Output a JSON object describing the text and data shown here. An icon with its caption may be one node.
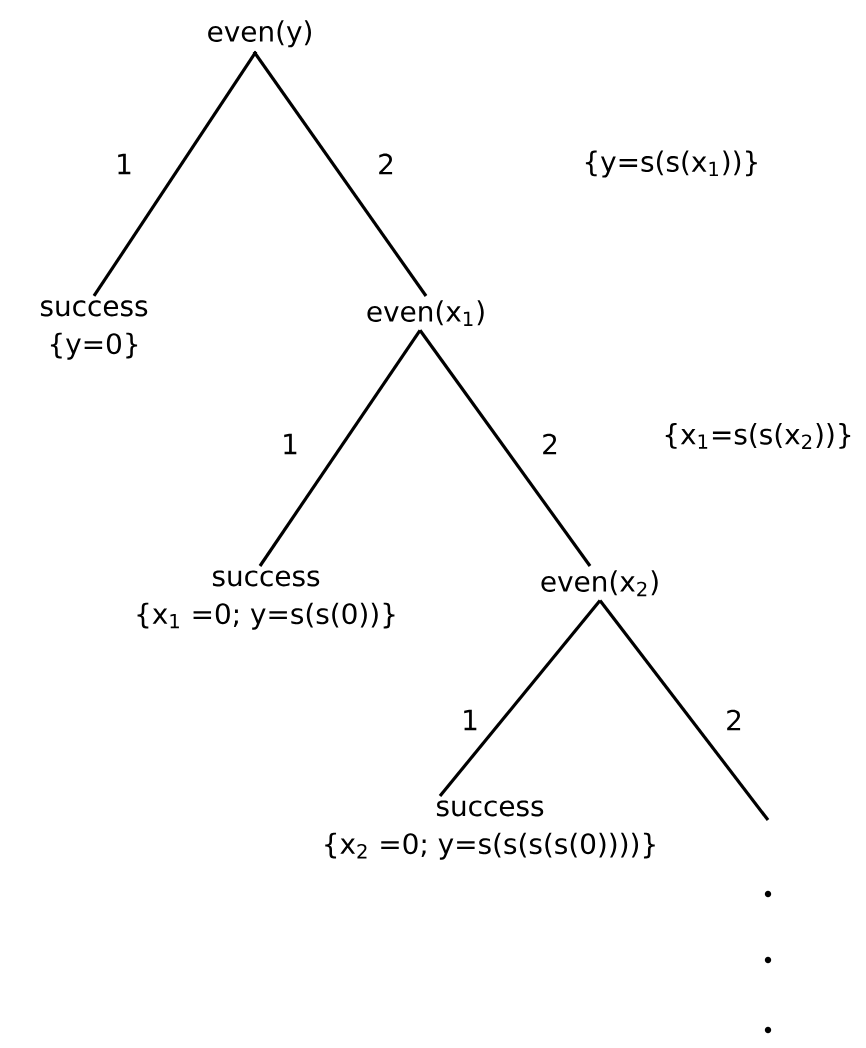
{
  "diagram": {
    "nodes": [
      {
        "text": [
          "even(y)"
        ]
      },
      {
        "text": [
          "success",
          "{y=0}"
        ]
      },
      {
        "text": [
          "even(x$_{1}$)"
        ]
      },
      {
        "text": [
          "success",
          "{x$_{1}$ =0; y=s(s(0))}"
        ]
      },
      {
        "text": [
          "even(x$_{2}$)"
        ]
      },
      {
        "text": [
          "success",
          "{x$_{2}$ =0; y=s(s(s(s(0))))}"
        ]
      },
      {
        "text": [],
        "shape": "dots"
      }
    ],
    "edges": [
      {
        "from": 0,
        "to": 1,
        "arrow": "none",
        "label": "1"
      },
      {
        "from": 0,
        "to": 2,
        "arrow": "none",
        "label": "2"
      },
      {
        "from": 2,
        "to": 3,
        "arrow": "none",
        "label": "1"
      },
      {
        "from": 2,
        "to": 4,
        "arrow": "none",
        "label": "2"
      },
      {
        "from": 4,
        "to": 5,
        "arrow": "none",
        "label": "1"
      },
      {
        "from": 4,
        "to": 6,
        "arrow": "none",
        "label": "2"
      }
    ],
    "labels": [
      "{y=s(s(x$_{1}$))}",
      "{x$_{1}$=s(s(x$_{2}$))}"
    ]
  }
}
